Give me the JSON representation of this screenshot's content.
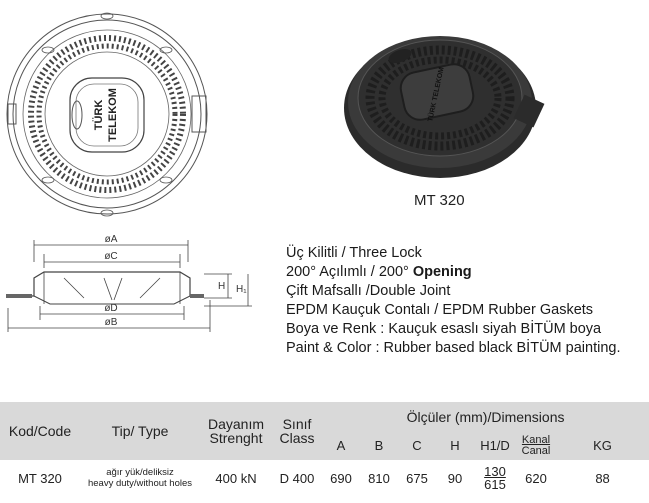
{
  "drawing": {
    "lid_text_line1": "TÜRK",
    "lid_text_line2": "TELEKOM",
    "dims": {
      "oA": "øA",
      "oC": "øC",
      "oD": "øD",
      "oB": "øB",
      "H": "H",
      "H1": "H₁"
    }
  },
  "photo": {
    "lid_text": "TÜRK TELEKOM"
  },
  "product": {
    "caption": "MT 320"
  },
  "features": [
    "Üç Kilitli / Three Lock",
    "Çift Mafsallı /Double Joint",
    "EPDM Kauçuk Contalı / EPDM Rubber Gaskets",
    "Boya ve Renk : Kauçuk esaslı siyah BİTÜM boya",
    "Paint & Color : Rubber based black BİTÜM painting."
  ],
  "opening": {
    "part1": "200° Açılımlı / 200°",
    "part2": "Opening"
  },
  "table": {
    "headers": {
      "code": "Kod/Code",
      "type": "Tip/ Type",
      "strength_l1": "Dayanım",
      "strength_l2": "Strenght",
      "class_l1": "Sınıf",
      "class_l2": "Class",
      "dims": "Ölçüler (mm)/Dimensions",
      "A": "A",
      "B": "B",
      "C": "C",
      "H": "H",
      "H1D": "H1/D",
      "kanal_l1": "Kanal",
      "kanal_l2": "Canal",
      "KG": "KG"
    },
    "row": {
      "code": "MT 320",
      "type_l1": "ağır yük/deliksiz",
      "type_l2": "heavy duty/without holes",
      "strength": "400 kN",
      "class": "D 400",
      "A": "690",
      "B": "810",
      "C": "675",
      "H": "90",
      "H1": "130",
      "D": "615",
      "kanal": "620",
      "KG": "88"
    }
  }
}
